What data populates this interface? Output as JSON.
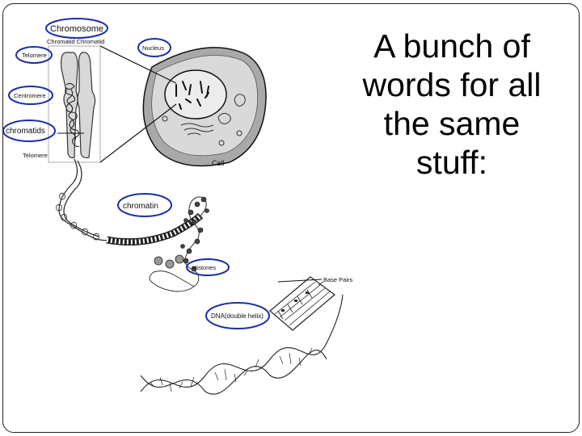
{
  "slide": {
    "title": "A bunch of\nwords for all\nthe same\nstuff:"
  },
  "diagram": {
    "labels": {
      "chromosome": "Chromosome",
      "chromatid_pair": "Chromatid Chromatid",
      "telomere_top": "Telomere",
      "centromere": "Centromere",
      "chromatids": "chromatids",
      "telomere_bottom": "Telomere",
      "nucleus": "Nucleus",
      "cell": "Cell",
      "chromatin": "chromatin",
      "histones": "Histones",
      "dna_double_helix": "DNA(double helix)",
      "base_pairs": "Base Pairs"
    },
    "highlight_color": "#1a2ea8"
  }
}
